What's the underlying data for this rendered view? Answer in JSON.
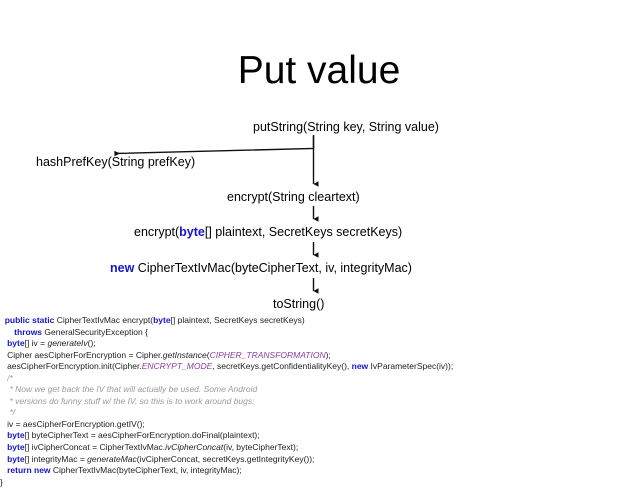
{
  "slide": {
    "title": "Put value",
    "background": "#ffffff",
    "keyword_color": "#1515d0",
    "constant_color": "#8c3f9e",
    "comment_color": "#9a9a9a"
  },
  "flow": {
    "nodes": [
      {
        "id": "put-string",
        "text": "putString(String key, String value)"
      },
      {
        "id": "hash-pref-key",
        "text": "hashPrefKey(String prefKey)"
      },
      {
        "id": "encrypt-string",
        "text": "encrypt(String cleartext)"
      },
      {
        "id": "encrypt-bytes",
        "pre": "encrypt(",
        "kw": "byte",
        "post": "[] plaintext, SecretKeys secretKeys)"
      },
      {
        "id": "new-ciphertext",
        "kw": "new",
        "post": " CipherTextIvMac(byteCipherText, iv, integrityMac)"
      },
      {
        "id": "to-string",
        "text": "toString()"
      }
    ]
  },
  "code": {
    "lines": [
      [
        {
          "t": "  ",
          "s": "plain"
        },
        {
          "t": "public static",
          "s": "kw"
        },
        {
          "t": " CipherTextIvMac encrypt(",
          "s": "plain"
        },
        {
          "t": "byte",
          "s": "kw"
        },
        {
          "t": "[] plaintext, SecretKeys secretKeys)",
          "s": "plain"
        }
      ],
      [
        {
          "t": "      ",
          "s": "plain"
        },
        {
          "t": "throws",
          "s": "kw"
        },
        {
          "t": " GeneralSecurityException {",
          "s": "plain"
        }
      ],
      [
        {
          "t": "   ",
          "s": "plain"
        },
        {
          "t": "byte",
          "s": "kw"
        },
        {
          "t": "[] iv = ",
          "s": "plain"
        },
        {
          "t": "generateIv",
          "s": "meth"
        },
        {
          "t": "();",
          "s": "plain"
        }
      ],
      [
        {
          "t": "   Cipher aesCipherForEncryption = Cipher.",
          "s": "plain"
        },
        {
          "t": "getInstance",
          "s": "meth"
        },
        {
          "t": "(",
          "s": "plain"
        },
        {
          "t": "CIPHER_TRANSFORMATION",
          "s": "const"
        },
        {
          "t": ");",
          "s": "plain"
        }
      ],
      [
        {
          "t": "   aesCipherForEncryption.init(Cipher.",
          "s": "plain"
        },
        {
          "t": "ENCRYPT_MODE",
          "s": "const"
        },
        {
          "t": ", secretKeys.getConfidentialityKey(), ",
          "s": "plain"
        },
        {
          "t": "new",
          "s": "kw"
        },
        {
          "t": " IvParameterSpec(iv));",
          "s": "plain"
        }
      ],
      [
        {
          "t": "   /*",
          "s": "cmt"
        }
      ],
      [
        {
          "t": "    * Now we get back the IV that will actually be used. Some Android",
          "s": "cmt"
        }
      ],
      [
        {
          "t": "    * versions do funny stuff w/ the IV, so this is to work around bugs:",
          "s": "cmt"
        }
      ],
      [
        {
          "t": "    */",
          "s": "cmt"
        }
      ],
      [
        {
          "t": "   iv = aesCipherForEncryption.getIV();",
          "s": "plain"
        }
      ],
      [
        {
          "t": "   ",
          "s": "plain"
        },
        {
          "t": "byte",
          "s": "kw"
        },
        {
          "t": "[] byteCipherText = aesCipherForEncryption.doFinal(plaintext);",
          "s": "plain"
        }
      ],
      [
        {
          "t": "   ",
          "s": "plain"
        },
        {
          "t": "byte",
          "s": "kw"
        },
        {
          "t": "[] ivCipherConcat = CipherTextIvMac.",
          "s": "plain"
        },
        {
          "t": "ivCipherConcat",
          "s": "meth"
        },
        {
          "t": "(iv, byteCipherText);",
          "s": "plain"
        }
      ],
      [
        {
          "t": "   ",
          "s": "plain"
        },
        {
          "t": "byte",
          "s": "kw"
        },
        {
          "t": "[] integrityMac = ",
          "s": "plain"
        },
        {
          "t": "generateMac",
          "s": "meth"
        },
        {
          "t": "(ivCipherConcat, secretKeys.getIntegrityKey());",
          "s": "plain"
        }
      ],
      [
        {
          "t": "   ",
          "s": "plain"
        },
        {
          "t": "return new",
          "s": "kw"
        },
        {
          "t": " CipherTextIvMac(byteCipherText, iv, integrityMac);",
          "s": "plain"
        }
      ],
      [
        {
          "t": "}",
          "s": "plain"
        }
      ]
    ]
  }
}
